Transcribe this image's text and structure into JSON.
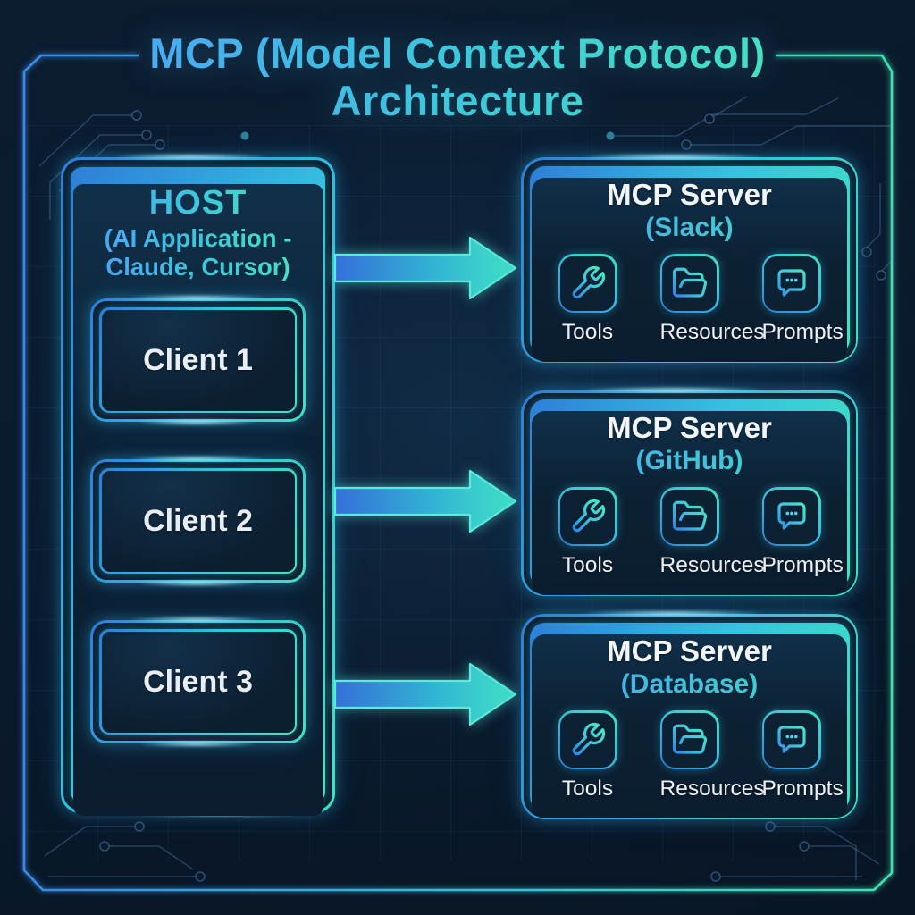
{
  "title": {
    "line1": "MCP (Model Context Protocol)",
    "line2": "Architecture"
  },
  "host": {
    "title": "HOST",
    "subtitle_line1": "(AI Application -",
    "subtitle_line2": "Claude, Cursor)",
    "clients": [
      {
        "label": "Client 1"
      },
      {
        "label": "Client 2"
      },
      {
        "label": "Client 3"
      }
    ]
  },
  "servers": [
    {
      "title": "MCP Server",
      "subtitle": "(Slack)",
      "features": [
        {
          "icon": "wrench-icon",
          "label": "Tools"
        },
        {
          "icon": "folder-icon",
          "label": "Resources"
        },
        {
          "icon": "chat-bubble-icon",
          "label": "Prompts"
        }
      ]
    },
    {
      "title": "MCP Server",
      "subtitle": "(GitHub)",
      "features": [
        {
          "icon": "wrench-icon",
          "label": "Tools"
        },
        {
          "icon": "folder-icon",
          "label": "Resources"
        },
        {
          "icon": "chat-bubble-icon",
          "label": "Prompts"
        }
      ]
    },
    {
      "title": "MCP Server",
      "subtitle": "(Database)",
      "features": [
        {
          "icon": "wrench-icon",
          "label": "Tools"
        },
        {
          "icon": "folder-icon",
          "label": "Resources"
        },
        {
          "icon": "chat-bubble-icon",
          "label": "Prompts"
        }
      ]
    }
  ],
  "colors": {
    "background": "#0a1a2d",
    "frame_blue": "#3b8ae8",
    "frame_teal": "#40e0b0",
    "accent_cyan": "#38c8e8",
    "text_light": "#eef3f8"
  }
}
